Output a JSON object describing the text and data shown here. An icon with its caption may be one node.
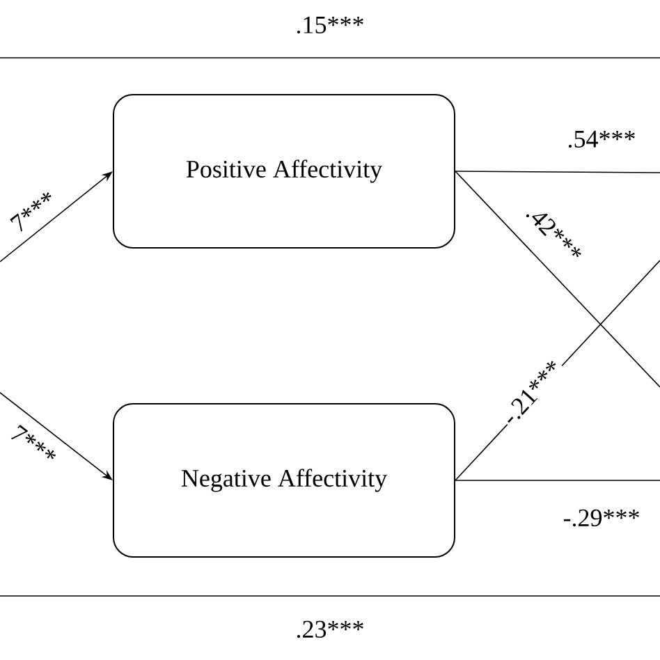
{
  "diagram": {
    "nodes": [
      {
        "text": [
          "Positive Affectivity"
        ]
      },
      {
        "text": [
          "Negative Affectivity"
        ]
      }
    ],
    "edges": [
      {
        "from": null,
        "to": 0,
        "arrow": "to",
        "label": "7***"
      },
      {
        "from": null,
        "to": 1,
        "arrow": "to",
        "label": "7***"
      },
      {
        "from": 0,
        "to": null,
        "arrow": "none",
        "label": ".54***"
      },
      {
        "from": 0,
        "to": null,
        "arrow": "none",
        "label": ".42***"
      },
      {
        "from": 1,
        "to": null,
        "arrow": "none",
        "label": "-.21***"
      },
      {
        "from": 1,
        "to": null,
        "arrow": "none",
        "label": "-.29***"
      }
    ],
    "labels": [
      ".15***",
      ".23***"
    ]
  }
}
